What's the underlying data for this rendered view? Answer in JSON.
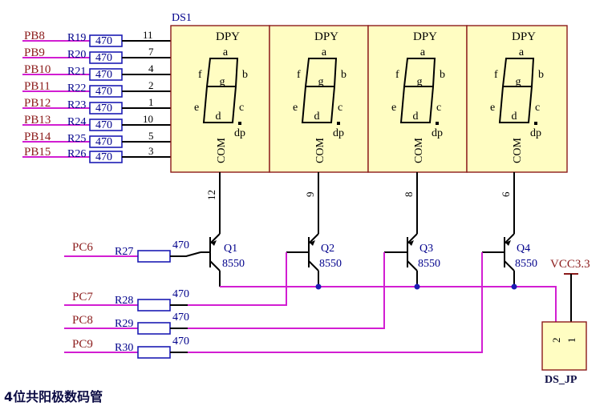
{
  "display": {
    "designator": "DS1",
    "digit_label": "DPY",
    "com_label": "COM",
    "seg_labels": [
      "a",
      "b",
      "c",
      "d",
      "e",
      "f",
      "g",
      "dp"
    ],
    "inner_labels": {
      "a": "a",
      "b": "b",
      "c": "c",
      "d": "d",
      "e": "e",
      "f": "f",
      "g": "g",
      "dp": "dp"
    },
    "com_pins": [
      "12",
      "9",
      "8",
      "6"
    ]
  },
  "segment_lines": [
    {
      "net": "PB8",
      "res": "R19",
      "value": "470",
      "pin": "11"
    },
    {
      "net": "PB9",
      "res": "R20",
      "value": "470",
      "pin": "7"
    },
    {
      "net": "PB10",
      "res": "R21",
      "value": "470",
      "pin": "4"
    },
    {
      "net": "PB11",
      "res": "R22",
      "value": "470",
      "pin": "2"
    },
    {
      "net": "PB12",
      "res": "R23",
      "value": "470",
      "pin": "1"
    },
    {
      "net": "PB13",
      "res": "R24",
      "value": "470",
      "pin": "10"
    },
    {
      "net": "PB14",
      "res": "R25",
      "value": "470",
      "pin": "5"
    },
    {
      "net": "PB15",
      "res": "R26",
      "value": "470",
      "pin": "3"
    }
  ],
  "drivers": [
    {
      "net": "PC6",
      "res": "R27",
      "value": "470",
      "q": "Q1",
      "part": "8550"
    },
    {
      "net": "PC7",
      "res": "R28",
      "value": "470",
      "q": "Q2",
      "part": "8550"
    },
    {
      "net": "PC8",
      "res": "R29",
      "value": "470",
      "q": "Q3",
      "part": "8550"
    },
    {
      "net": "PC9",
      "res": "R30",
      "value": "470",
      "q": "Q4",
      "part": "8550"
    }
  ],
  "power": {
    "label": "VCC3.3"
  },
  "jumper": {
    "designator": "DS_JP",
    "pins": [
      "2",
      "1"
    ]
  },
  "caption": "4位共阳极数码管",
  "colors": {
    "wire": "#d21ed2",
    "net_label": "#8b1a1a",
    "designator": "#00008b",
    "body_fill": "#fffdc2",
    "body_border": "#8b1a1a"
  }
}
